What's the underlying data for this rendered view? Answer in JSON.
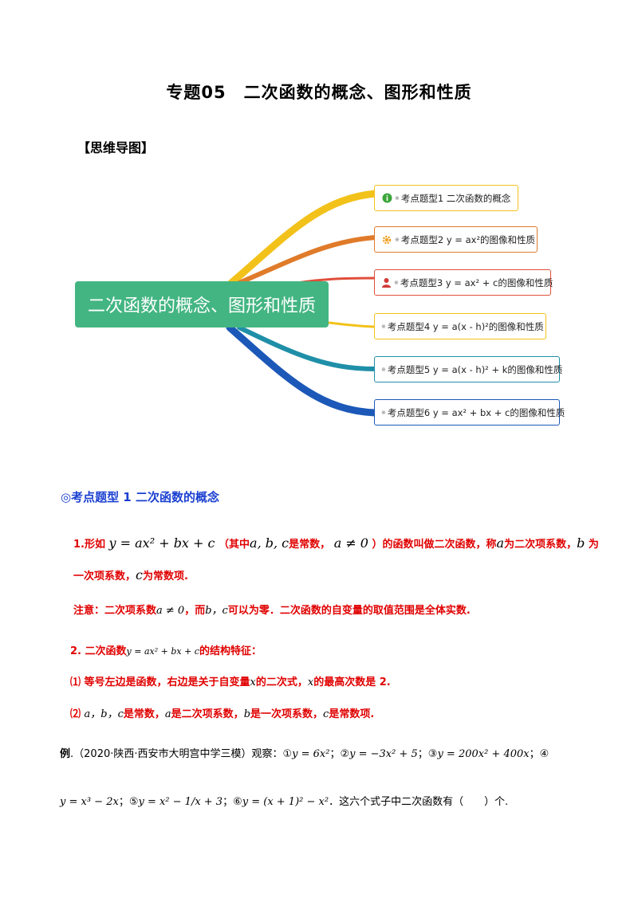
{
  "title": "专题05　二次函数的概念、图形和性质",
  "mindmap": {
    "label": "【思维导图】",
    "central": "二次函数的概念、图形和性质",
    "colors": [
      "#f2c21b",
      "#e07b2a",
      "#e04e3a",
      "#f2c21b",
      "#1f8fa8",
      "#1c58b8"
    ],
    "topics": [
      {
        "tag": "※",
        "text": "考点题型1 二次函数的概念"
      },
      {
        "tag": "※",
        "text": "考点题型2 y = ax²的图像和性质"
      },
      {
        "tag": "※",
        "text": "考点题型3 y = ax² + c的图像和性质"
      },
      {
        "tag": "※",
        "text": "考点题型4 y = a(x - h)²的图像和性质"
      },
      {
        "tag": "※",
        "text": "考点题型5 y = a(x - h)² + k的图像和性质"
      },
      {
        "tag": "※",
        "text": "考点题型6 y = ax² + bx + c的图像和性质"
      }
    ]
  },
  "section1": {
    "heading": "◎考点题型 1  二次函数的概念",
    "p1_a": "1.形如",
    "p1_formula": "y = ax² + bx + c",
    "p1_b": "（其中",
    "p1_vars": "a, b, c",
    "p1_c": "是常数，",
    "p1_cond": "a ≠ 0",
    "p1_d": "）的函数叫做二次函数，称",
    "p1_a_var": "a",
    "p1_e": "为二次项系数，",
    "p1_b_var": "b",
    "p1_f": "为",
    "p1_g": "一次项系数，",
    "p1_c_var": "c",
    "p1_h": "为常数项.",
    "note_a": "注意：二次项系数",
    "note_cond": "a ≠ 0",
    "note_b": "，而",
    "note_vars": "b，c",
    "note_c": "可以为零．二次函数的自变量的取值范围是全体实数.",
    "p2_a": "2. 二次函数",
    "p2_formula": "y = ax² + bx + c",
    "p2_b": "的结构特征：",
    "f1_a": "⑴  等号左边是函数，右边是关于自变量",
    "f1_x": "x",
    "f1_b": "的二次式，",
    "f1_x2": "x",
    "f1_c": "的最高次数是 2.",
    "f2_a": "⑵ ",
    "f2_vars": "a，b，c",
    "f2_b": "是常数，",
    "f2_a_var": "a",
    "f2_c": "是二次项系数，",
    "f2_b_var": "b",
    "f2_d": "是一次项系数，",
    "f2_c_var": "c",
    "f2_e": "是常数项."
  },
  "example": {
    "label": "例",
    "source": ".（2020·陕西·西安市大明宫中学三模）观察：①",
    "e1": "y = 6x²",
    "s1": "；②",
    "e2": "y = −3x² + 5",
    "s2": "；③",
    "e3": "y = 200x² + 400x",
    "s3": "；④",
    "e4": "y = x³ − 2x",
    "s4": "；⑤",
    "e5": "y = x² − 1/x + 3",
    "s5": "；⑥",
    "e6": "y = (x + 1)² − x²",
    "tail": "．这六个式子中二次函数有（　　）个."
  }
}
